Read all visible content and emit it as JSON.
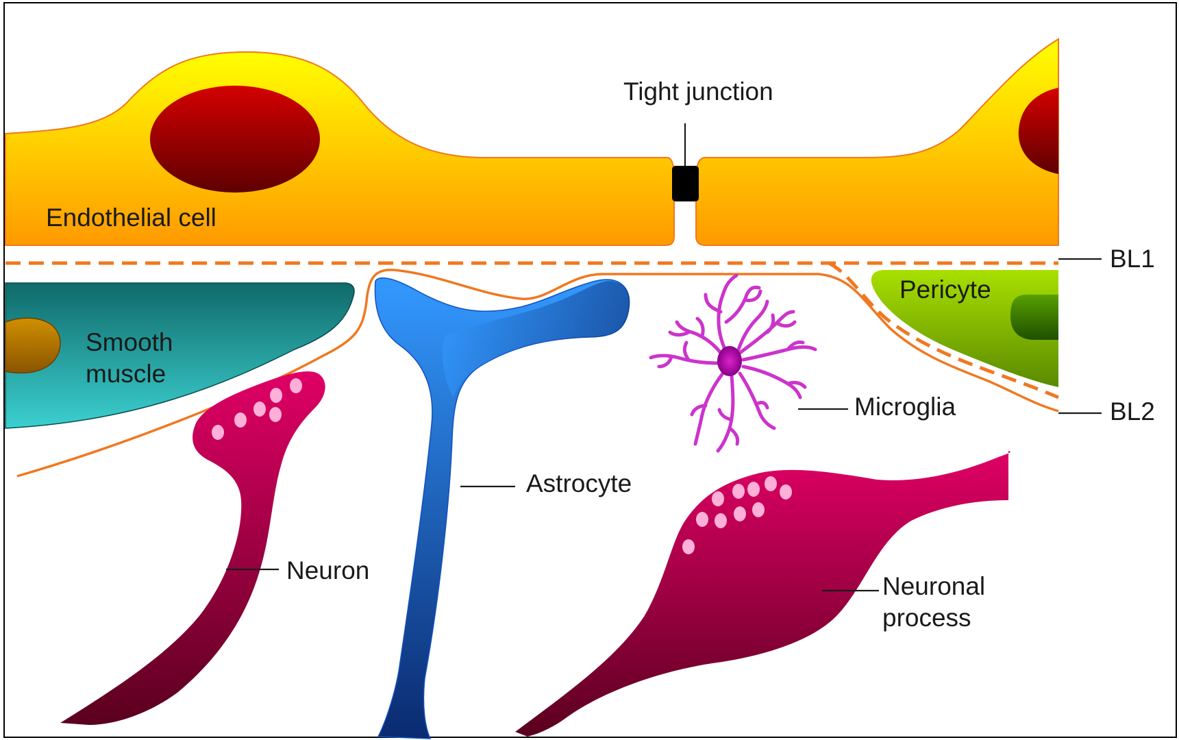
{
  "diagram": {
    "labels": {
      "endothelial_cell": "Endothelial cell",
      "tight_junction": "Tight junction",
      "bl1": "BL1",
      "bl2": "BL2",
      "pericyte": "Pericyte",
      "smooth_muscle_line1": "Smooth",
      "smooth_muscle_line2": "muscle",
      "microglia": "Microglia",
      "astrocyte": "Astrocyte",
      "neuron": "Neuron",
      "neuronal_process_line1": "Neuronal",
      "neuronal_process_line2": "process"
    },
    "colors": {
      "endothelial_top": "#ffff00",
      "endothelial_bottom": "#ff9a00",
      "nucleus_top": "#d40000",
      "nucleus_bottom": "#5e0000",
      "basal_lamina": "#f07820",
      "smooth_muscle_top": "#106a6a",
      "smooth_muscle_bottom": "#3cd0d0",
      "smooth_muscle_nucleus": "#a86a00",
      "pericyte_top": "#a8e000",
      "pericyte_bottom": "#5a8a00",
      "pericyte_nucleus": "#2f6a00",
      "astrocyte_light": "#3399ff",
      "astrocyte_dark": "#0a2a70",
      "microglia": "#cc33cc",
      "microglia_nucleus": "#aa0099",
      "neuron_top": "#dd0066",
      "neuron_bottom": "#600020",
      "vesicle": "#ffb0d8",
      "tight_junction": "#000000",
      "border": "#000000"
    }
  }
}
